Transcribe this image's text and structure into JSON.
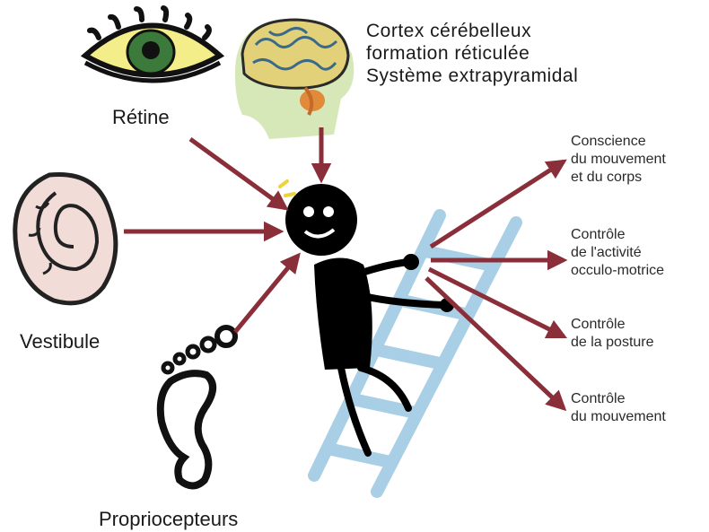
{
  "inputs": {
    "retine": "Rétine",
    "vestibule": "Vestibule",
    "proprio": "Propriocepteurs",
    "cortex_lines": [
      "Cortex cérébelleux",
      "formation réticulée",
      "Système extrapyramidal"
    ]
  },
  "outputs": [
    "Conscience\ndu mouvement\net du corps",
    "Contrôle\nde l'activité\nocculo-motrice",
    "Contrôle\nde la posture",
    "Contrôle\ndu mouvement"
  ],
  "colors": {
    "arrow": "#8a2f3a",
    "ladder": "#a9cfe6",
    "figure": "#000000",
    "brain": "#e3d17a",
    "head_silhouette": "#d7e8b8"
  },
  "icons": [
    "eye-icon",
    "brain-icon",
    "ear-icon",
    "footprint-icon",
    "stick-figure-icon",
    "ladder-icon"
  ]
}
